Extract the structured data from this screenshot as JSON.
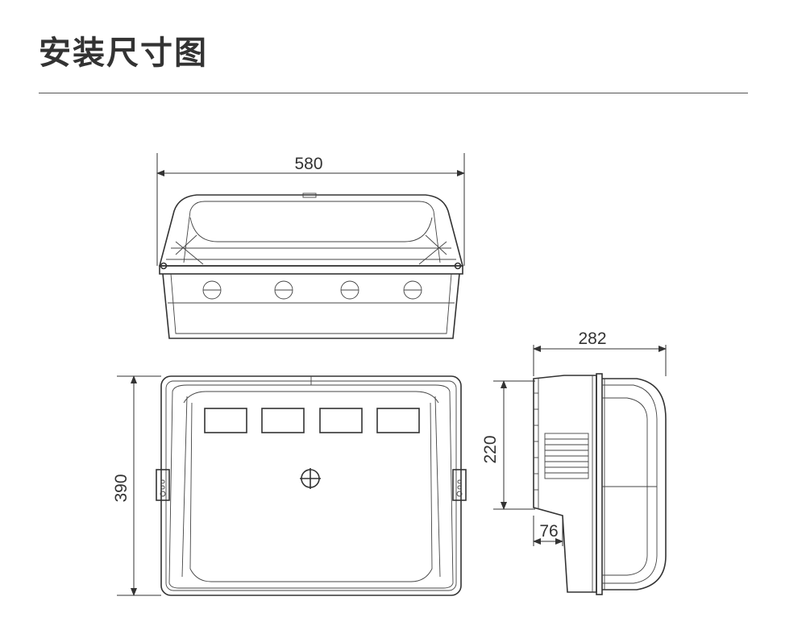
{
  "header": {
    "title": "安装尺寸图"
  },
  "dimensions": {
    "width": "580",
    "height": "390",
    "depth": "282",
    "side_height": "220",
    "step": "76"
  },
  "colors": {
    "line": "#333333",
    "background": "#ffffff"
  }
}
